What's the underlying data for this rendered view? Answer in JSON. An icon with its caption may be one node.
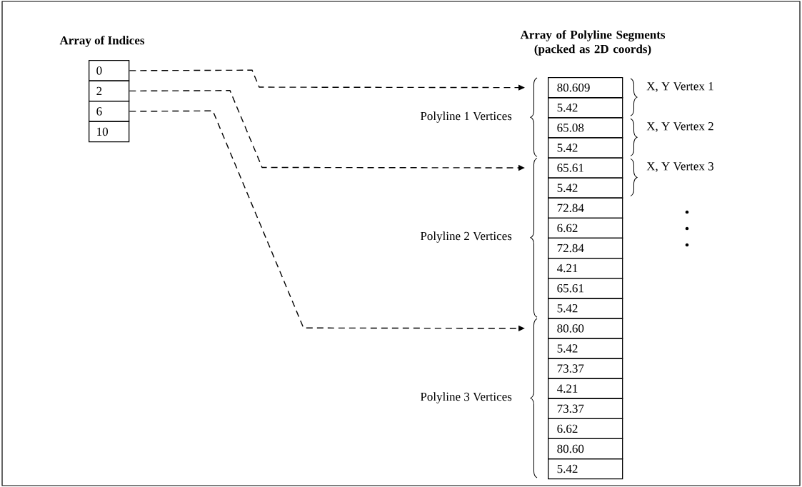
{
  "diagram": {
    "nodes": [
      {
        "text": [
          "0"
        ]
      },
      {
        "text": [
          "2"
        ]
      },
      {
        "text": [
          "6"
        ]
      },
      {
        "text": [
          "10"
        ]
      },
      {
        "text": [
          "80.609"
        ]
      },
      {
        "text": [
          "5.42"
        ]
      },
      {
        "text": [
          "65.08"
        ]
      },
      {
        "text": [
          "5.42"
        ]
      },
      {
        "text": [
          "65.61"
        ]
      },
      {
        "text": [
          "5.42"
        ]
      },
      {
        "text": [
          "72.84"
        ]
      },
      {
        "text": [
          "6.62"
        ]
      },
      {
        "text": [
          "72.84"
        ]
      },
      {
        "text": [
          "4.21"
        ]
      },
      {
        "text": [
          "65.61"
        ]
      },
      {
        "text": [
          "5.42"
        ]
      },
      {
        "text": [
          "80.60"
        ]
      },
      {
        "text": [
          "5.42"
        ]
      },
      {
        "text": [
          "73.37"
        ]
      },
      {
        "text": [
          "4.21"
        ]
      },
      {
        "text": [
          "73.37"
        ]
      },
      {
        "text": [
          "6.62"
        ]
      },
      {
        "text": [
          "80.60"
        ]
      },
      {
        "text": [
          "5.42"
        ]
      }
    ],
    "edges": [
      {
        "from": 0,
        "to": 4,
        "arrow": "to",
        "style": "dashed"
      },
      {
        "from": 1,
        "to": 8,
        "arrow": "to",
        "style": "dashed"
      },
      {
        "from": 2,
        "to": 16,
        "arrow": "to",
        "style": "dashed"
      }
    ],
    "labels": [
      "Array of Indices",
      "Array of Polyline Segments (packed as 2D coords)",
      "Polyline 1 Vertices",
      "X, Y Vertex 1",
      "X, Y Vertex 2",
      "Polyline 2 Vertices",
      "X, Y Vertex 3",
      "Polyline 3 Vertices"
    ]
  }
}
